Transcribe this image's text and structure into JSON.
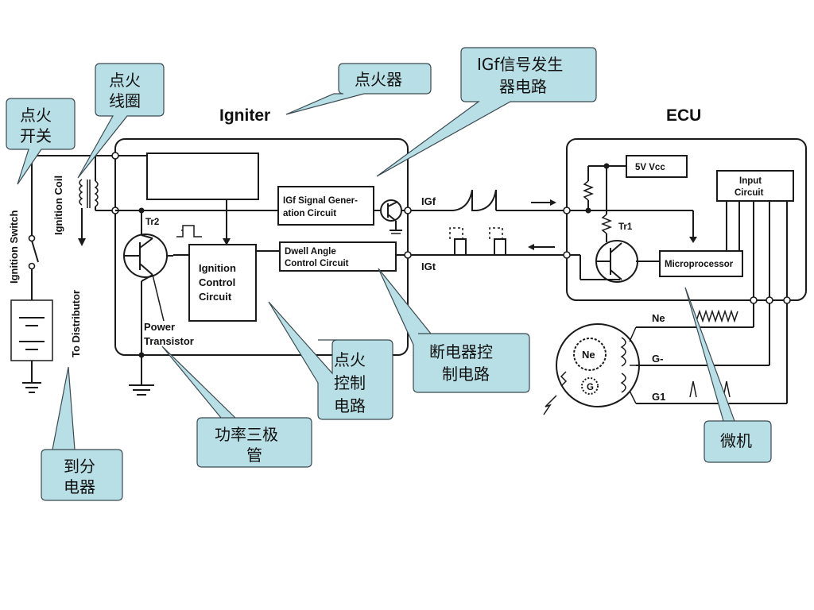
{
  "titles": {
    "igniter": "Igniter",
    "ecu": "ECU"
  },
  "labels": {
    "ignition_switch": "Ignition Switch",
    "ignition_coil": "Ignition Coil",
    "to_distributor": "To Distributor",
    "tr2": "Tr2",
    "tr1": "Tr1",
    "power_transistor_1": "Power",
    "power_transistor_2": "Transistor",
    "igf_gen_1": "IGf Signal Gener-",
    "igf_gen_2": "ation Circuit",
    "dwell_1": "Dwell Angle",
    "dwell_2": "Control Circuit",
    "ign_ctrl_1": "Ignition",
    "ign_ctrl_2": "Control",
    "ign_ctrl_3": "Circuit",
    "igf": "IGf",
    "igt": "IGt",
    "vcc": "5V Vcc",
    "input_1": "Input",
    "input_2": "Circuit",
    "micro": "Microprocessor",
    "ne_line": "Ne",
    "g_line": "G-",
    "g1_line": "G1",
    "ne_rotor": "Ne",
    "g_rotor": "G"
  },
  "callouts": {
    "ignition_switch": [
      "点火",
      "开关"
    ],
    "ignition_coil": [
      "点火",
      "线圈"
    ],
    "igniter": [
      "点火器"
    ],
    "igf_circuit": [
      "IGf信号发生",
      "器电路"
    ],
    "ignition_control": [
      "点火",
      "控制",
      "电路"
    ],
    "dwell_control": [
      "断电器控",
      "制电路"
    ],
    "power_transistor": [
      "功率三极",
      "管"
    ],
    "to_distributor": [
      "到分",
      "电器"
    ],
    "microcomputer": [
      "微机"
    ]
  }
}
